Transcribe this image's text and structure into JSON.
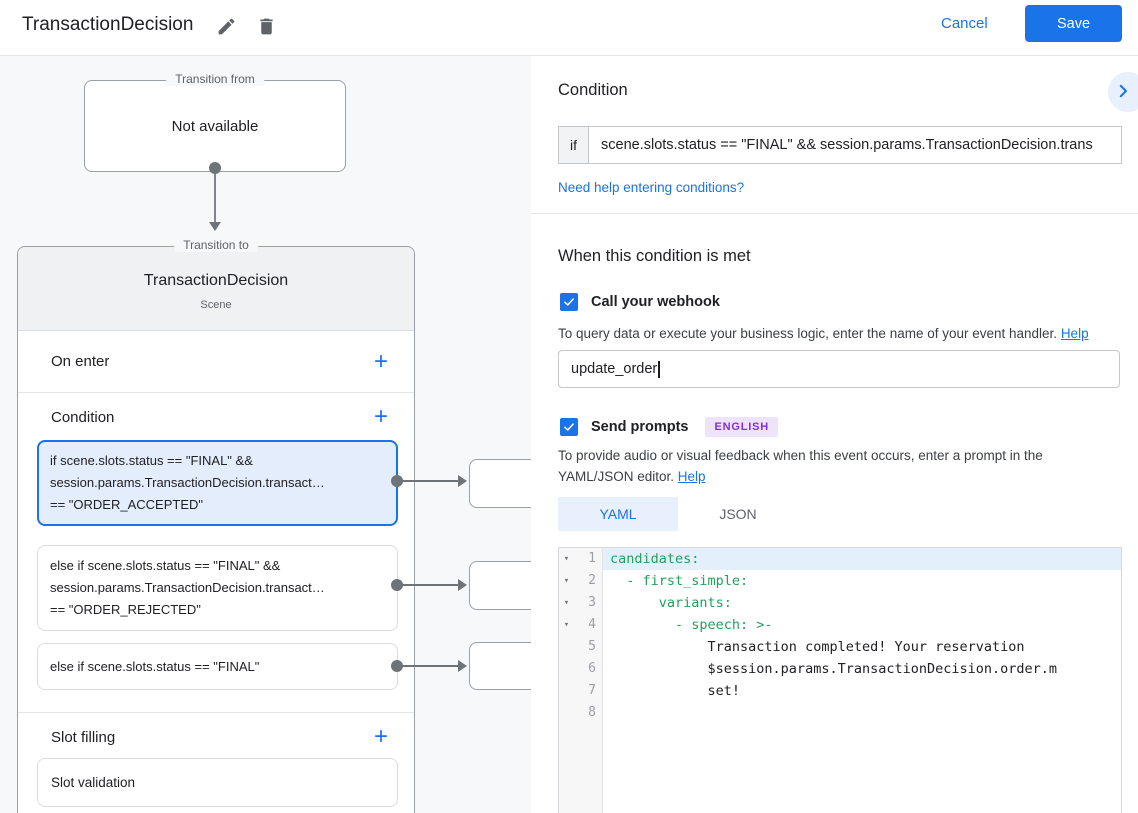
{
  "header": {
    "title": "TransactionDecision",
    "cancel_label": "Cancel",
    "save_label": "Save"
  },
  "diagram": {
    "transition_from": {
      "legend": "Transition from",
      "text": "Not available"
    },
    "transition_to": {
      "legend": "Transition to",
      "title": "TransactionDecision",
      "subtitle": "Scene"
    },
    "on_enter_label": "On enter",
    "condition_label": "Condition",
    "slot_filling_label": "Slot filling",
    "slot_card_label": "Slot validation",
    "conditions": [
      {
        "lines": [
          "if scene.slots.status == \"FINAL\" &&",
          "session.params.TransactionDecision.transact…",
          "== \"ORDER_ACCEPTED\""
        ]
      },
      {
        "lines": [
          "else if scene.slots.status == \"FINAL\" &&",
          "session.params.TransactionDecision.transact…",
          "== \"ORDER_REJECTED\""
        ]
      },
      {
        "lines": [
          "else if scene.slots.status == \"FINAL\""
        ]
      }
    ]
  },
  "panel": {
    "title": "Condition",
    "if_label": "if",
    "if_value": "scene.slots.status == \"FINAL\" && session.params.TransactionDecision.trans",
    "help_link": "Need help entering conditions?",
    "when_title": "When this condition is met",
    "webhook": {
      "label": "Call your webhook",
      "hint": "To query data or execute your business logic, enter the name of your event handler. ",
      "hint_link": "Help",
      "value": "update_order"
    },
    "prompts": {
      "label": "Send prompts",
      "badge": "ENGLISH",
      "hint": "To provide audio or visual feedback when this event occurs, enter a prompt in the YAML/JSON editor. ",
      "hint_link": "Help"
    },
    "tabs": {
      "yaml": "YAML",
      "json": "JSON"
    },
    "editor": {
      "lines": [
        {
          "n": "1",
          "text": "candidates:"
        },
        {
          "n": "2",
          "text": "  - first_simple:"
        },
        {
          "n": "3",
          "text": "      variants:"
        },
        {
          "n": "4",
          "text": "        - speech: >-"
        },
        {
          "n": "5",
          "text": "            Transaction completed! Your reservation"
        },
        {
          "n": "6",
          "text": "            $session.params.TransactionDecision.order.m"
        },
        {
          "n": "7",
          "text": "            set!"
        },
        {
          "n": "8",
          "text": ""
        }
      ]
    }
  },
  "colors": {
    "accent_blue": "#1a73e8",
    "selected_card_bg": "#e3edfc",
    "light_blue_bg": "#e8f0fe",
    "badge_purple": "#8430ce",
    "badge_bg": "#efe3fb",
    "code_key_green": "#23a05c",
    "active_line_bg": "#e3f0fb"
  }
}
